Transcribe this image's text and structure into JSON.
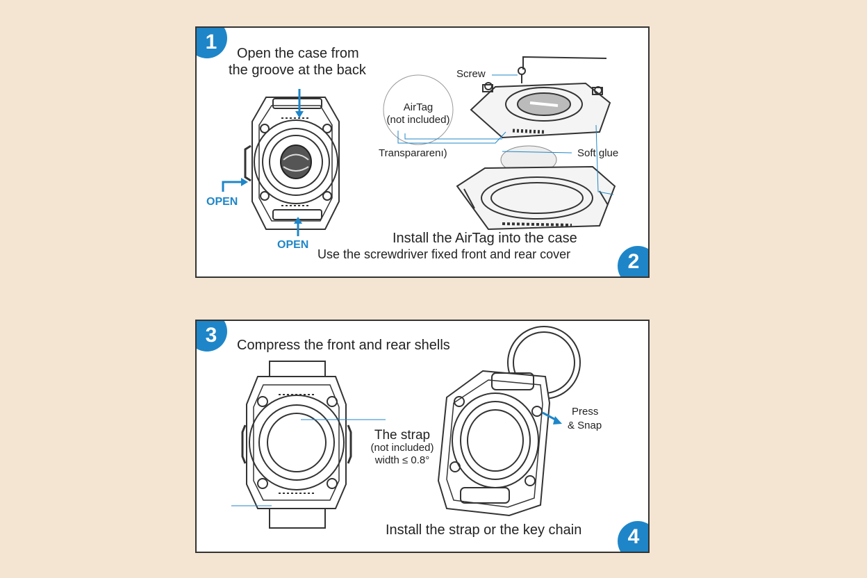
{
  "steps": {
    "s1": {
      "number": "1",
      "line1": "Open the case from",
      "line2": "the groove at the back",
      "open_left": "OPEN",
      "open_bottom": "OPEN"
    },
    "s2": {
      "number": "2",
      "airtag_line1": "AirTag",
      "airtag_line2": "(not included)",
      "screw": "Screw",
      "transparent": "Transpararenı)",
      "soft_glue": "Soft glue",
      "title": "Install  the AirTag into the case",
      "subtitle": "Use the screwdriver fixed front and rear cover"
    },
    "s3": {
      "number": "3",
      "title": "Compress the front and rear shells",
      "strap_title": "The strap",
      "strap_note": "(not included)",
      "strap_width": "width ≤ 0.8°"
    },
    "s4": {
      "number": "4",
      "press": "Press",
      "snap": "& Snap",
      "title": "Install the strap or the key chain"
    }
  },
  "colors": {
    "accent": "#1e86c8",
    "background": "#f4e5d2",
    "panel": "#ffffff",
    "line": "#333333"
  }
}
